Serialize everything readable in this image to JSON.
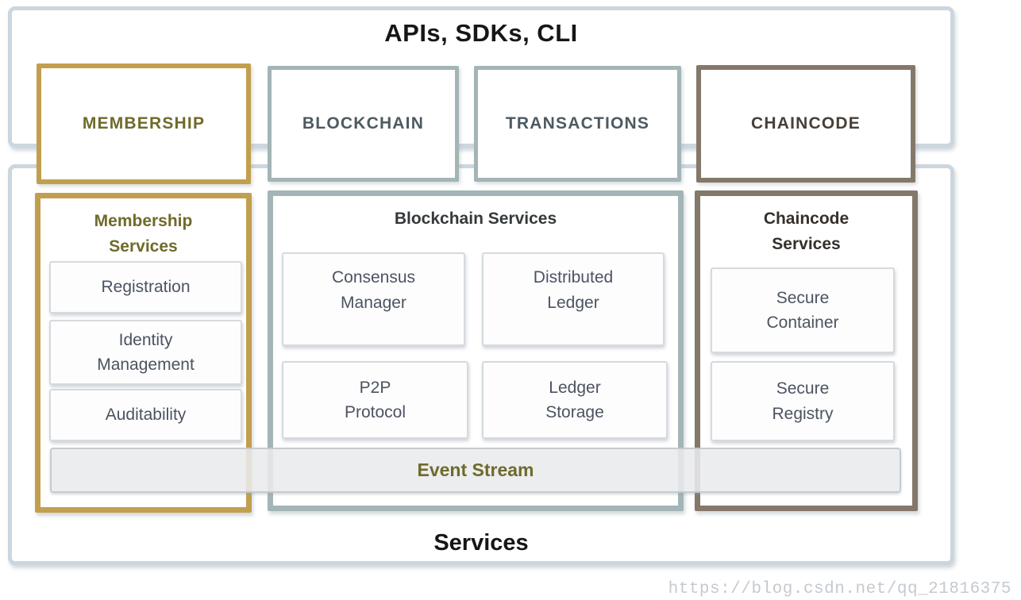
{
  "api_bar": {
    "title": "APIs, SDKs, CLI"
  },
  "services_bar": {
    "title": "Services"
  },
  "top_boxes": [
    {
      "id": "membership",
      "label": "MEMBERSHIP"
    },
    {
      "id": "blockchain",
      "label": "BLOCKCHAIN"
    },
    {
      "id": "transactions",
      "label": "TRANSACTIONS"
    },
    {
      "id": "chaincode",
      "label": "CHAINCODE"
    }
  ],
  "sections": {
    "membership": {
      "title": "Membership Services",
      "items": [
        {
          "label": "Registration"
        },
        {
          "label": "Identity Management"
        },
        {
          "label": "Auditability"
        }
      ]
    },
    "blockchain": {
      "title": "Blockchain Services",
      "items": [
        {
          "label": "Consensus Manager"
        },
        {
          "label": "Distributed Ledger"
        },
        {
          "label": "P2P Protocol"
        },
        {
          "label": "Ledger Storage"
        }
      ]
    },
    "chaincode": {
      "title": "Chaincode Services",
      "items": [
        {
          "label": "Secure Container"
        },
        {
          "label": "Secure Registry"
        }
      ]
    }
  },
  "event_stream": {
    "label": "Event Stream"
  },
  "watermark": {
    "text": "https://blog.csdn.net/qq_21816375"
  },
  "colors": {
    "membership_accent": "#c29f4e",
    "blockchain_accent": "#a3b5b6",
    "chaincode_accent": "#84786a",
    "container_border": "#ccd6df",
    "membership_text": "#6f6a2b",
    "blockchain_text": "#4e5a61",
    "chaincode_text": "#474038",
    "item_text": "#4c5360",
    "event_stream_text": "#6f6a2b",
    "watermark_text": "#c4cad0"
  }
}
